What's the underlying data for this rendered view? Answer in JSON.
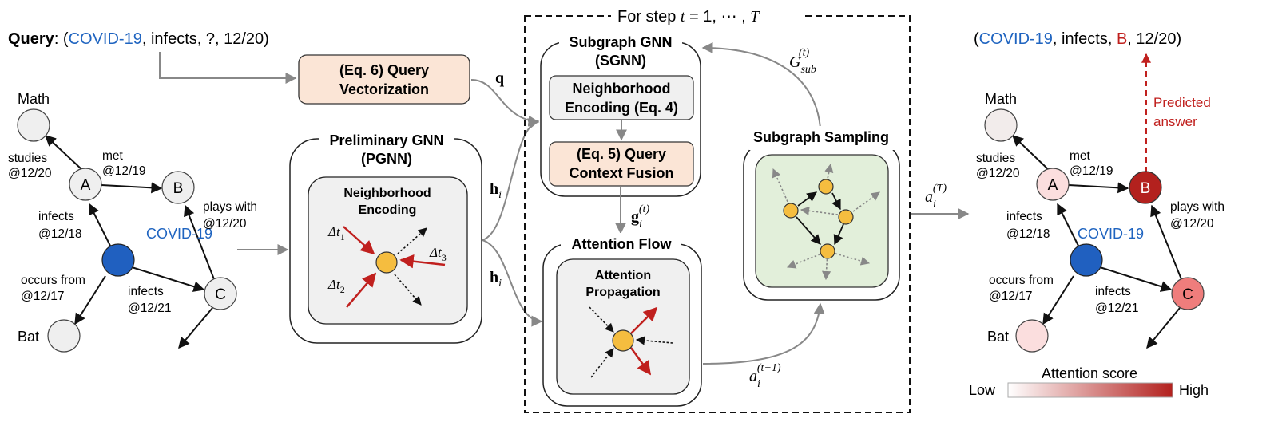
{
  "query": {
    "prefix": "Query",
    "colon": ": (",
    "subject": "COVID-19",
    "relation_rest": ", infects, ?, 12/20)"
  },
  "result": {
    "open": "(",
    "subject": "COVID-19",
    "middle": ", infects, ",
    "answer": "B",
    "tail": ", 12/20)",
    "predicted_label_line1": "Predicted",
    "predicted_label_line2": "answer"
  },
  "loop": {
    "label_prefix": "For step ",
    "t": "t",
    "eq": " = 1, ⋯ , ",
    "T": "T"
  },
  "left_graph": {
    "nodes": {
      "math": "Math",
      "a": "A",
      "b": "B",
      "c": "C",
      "covid": "COVID-19",
      "bat": "Bat"
    },
    "edges": {
      "studies_1": "studies",
      "studies_2": "@12/20",
      "met_1": "met",
      "met_2": "@12/19",
      "infects_a_1": "infects",
      "infects_a_2": "@12/18",
      "plays_1": "plays with",
      "plays_2": "@12/20",
      "occurs_1": "occurs from",
      "occurs_2": "@12/17",
      "infects_c_1": "infects",
      "infects_c_2": "@12/21"
    }
  },
  "query_vec": {
    "line1": "(Eq. 6) Query",
    "line2": "Vectorization"
  },
  "pgnn": {
    "title1": "Preliminary GNN",
    "title2": "(PGNN)",
    "inner1": "Neighborhood",
    "inner2": "Encoding"
  },
  "sgnn": {
    "title1": "Subgraph GNN",
    "title2": "(SGNN)",
    "enc1": "Neighborhood",
    "enc2": "Encoding (Eq. 4)",
    "fuse1": "(Eq. 5) Query",
    "fuse2": "Context Fusion"
  },
  "attention_flow": {
    "title": "Attention Flow",
    "inner1": "Attention",
    "inner2": "Propagation"
  },
  "subgraph_sampling": {
    "title": "Subgraph Sampling"
  },
  "symbols": {
    "q": "q",
    "h": "h",
    "g": "g",
    "a": "a",
    "G": "G",
    "i": "i",
    "sup_t": "(t)",
    "sup_t1": "(t+1)",
    "sup_T": "(T)",
    "sub": "sub",
    "delta": "Δ",
    "dt1": "t",
    "dt1_sub": "1",
    "dt2_sub": "2",
    "dt3_sub": "3"
  },
  "legend": {
    "title": "Attention score",
    "low": "Low",
    "high": "High",
    "low_color": "#ffffff",
    "high_color": "#b3211e"
  },
  "colors": {
    "query_fill": "#fbe5d6",
    "inner_gray": "#f0f0f0",
    "sample_green": "#e2efda",
    "node_yellow": "#f5bd3f",
    "covid_blue": "#2060c0",
    "accent_red": "#c0201e"
  }
}
